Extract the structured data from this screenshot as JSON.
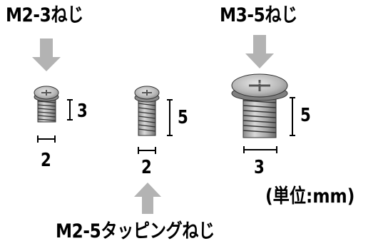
{
  "labels": {
    "screw_a": "M2-3ねじ",
    "screw_b": "M3-5ねじ",
    "screw_c": "M2-5タッピングねじ",
    "unit": "(単位:mm)"
  },
  "dimensions": {
    "screw_a_length": "3",
    "screw_a_width": "2",
    "screw_c_length": "5",
    "screw_c_width": "2",
    "screw_b_length": "5",
    "screw_b_width": "3"
  },
  "colors": {
    "arrow": "#b3b3b3",
    "screw_fill": "#bdbdbd",
    "screw_dark": "#6e6e6e",
    "outline": "#000000"
  },
  "icons": [
    "down-arrow-icon",
    "up-arrow-icon",
    "phillips-screw-icon"
  ]
}
